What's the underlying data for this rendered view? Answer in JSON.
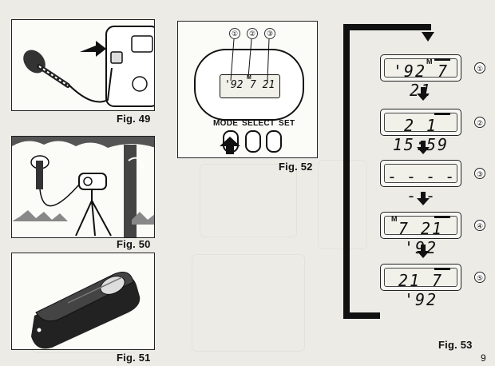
{
  "page_number": "9",
  "figures": {
    "fig49": {
      "caption": "Fig. 49"
    },
    "fig50": {
      "caption": "Fig. 50"
    },
    "fig51": {
      "caption": "Fig. 51"
    },
    "fig52": {
      "caption": "Fig. 52",
      "callouts": [
        "①",
        "②",
        "③"
      ],
      "display": {
        "year": "'92",
        "mode": "M",
        "date": "7 21"
      },
      "buttons": [
        "MODE",
        "SELECT",
        "SET"
      ]
    },
    "fig53": {
      "caption": "Fig. 53",
      "steps": [
        {
          "index": "①",
          "display": "'92  7 21",
          "mark": "M"
        },
        {
          "index": "②",
          "display": "2 1 15:59",
          "mark": ""
        },
        {
          "index": "③",
          "display": "- - - - - -",
          "mark": ""
        },
        {
          "index": "④",
          "display": "7 21 '92",
          "mark": "M"
        },
        {
          "index": "⑤",
          "display": "21  7 '92",
          "mark": ""
        }
      ]
    }
  }
}
